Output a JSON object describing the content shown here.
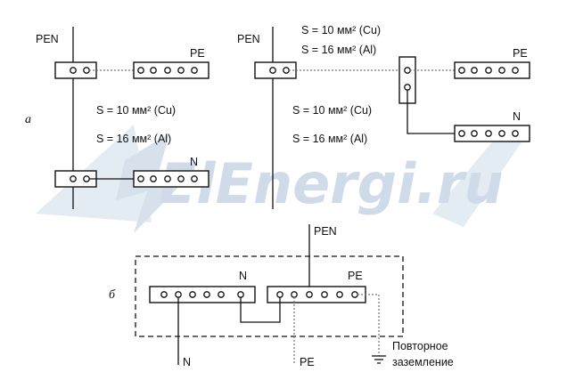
{
  "watermark": {
    "text": "ElEnergi.ru",
    "color": "#cfdbe8"
  },
  "diagram_a": {
    "label": "a",
    "left": {
      "pen_label": "PEN",
      "pe_label": "PE",
      "n_label": "N",
      "cu_label": "S = 10 мм² (Cu)",
      "al_label": "S = 16 мм² (Al)"
    },
    "right": {
      "pen_label": "PEN",
      "pe_label": "PE",
      "n_label": "N",
      "top_cu_label": "S = 10 мм² (Cu)",
      "top_al_label": "S = 16 мм² (Al)",
      "mid_cu_label": "S = 10 мм² (Cu)",
      "mid_al_label": "S = 16 мм² (Al)"
    }
  },
  "diagram_b": {
    "label": "б",
    "pen_label": "PEN",
    "n_bar_label": "N",
    "pe_bar_label": "PE",
    "n_out_label": "N",
    "pe_out_label": "PE",
    "ground_label_1": "Повторное",
    "ground_label_2": "заземление"
  }
}
